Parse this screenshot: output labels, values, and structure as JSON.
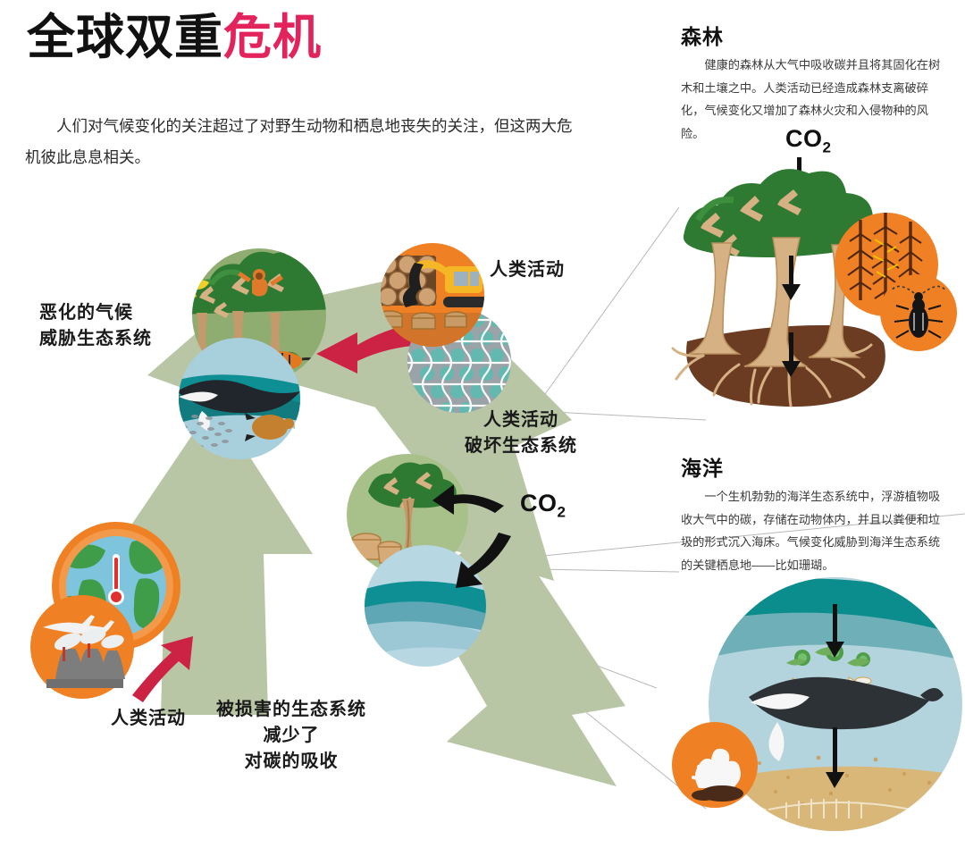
{
  "header": {
    "title_plain": "全球双重",
    "title_accent": "危机",
    "lede": "人们对气候变化的关注超过了对野生动物和栖息地丧失的关注，但这两大危机彼此息息相关。"
  },
  "panels": [
    {
      "id": "forest",
      "heading": "森林",
      "body": "健康的森林从大气中吸收碳并且将其固化在树木和土壤之中。人类活动已经造成森林支离破碎化，气候变化又增加了森林火灾和入侵物种的风险。",
      "co2_label": "CO",
      "co2_sub": "2",
      "insets": [
        "burning-trees-icon",
        "bark-beetle-icon"
      ]
    },
    {
      "id": "ocean",
      "heading": "海洋",
      "body": "一个生机勃勃的海洋生态系统中，浮游植物吸收大气中的碳，存储在动物体内，并且以粪便和垃圾的形式沉入海床。气候变化威胁到海洋生态系统的关键栖息地——比如珊瑚。",
      "co2_label": "CO",
      "co2_sub": "2",
      "insets": [
        "coral-bleaching-icon"
      ]
    }
  ],
  "cycle": {
    "labels": [
      {
        "id": "climate-threatens",
        "lines": [
          "恶化的气候",
          "威胁生态系统"
        ]
      },
      {
        "id": "human-activity-top",
        "lines": [
          "人类活动"
        ]
      },
      {
        "id": "human-activity-damages",
        "lines": [
          "人类活动",
          "破坏生态系统"
        ]
      },
      {
        "id": "human-activity-bottom",
        "lines": [
          "人类活动"
        ]
      },
      {
        "id": "damaged-ecosystem",
        "lines": [
          "被损害的生态系统",
          "减少了",
          "对碳的吸收"
        ]
      }
    ],
    "co2_center": {
      "label": "CO",
      "sub": "2"
    }
  },
  "colors": {
    "accent_crimson": "#e3245c",
    "arrow_green": "#b9c6a5",
    "orange": "#ef8023",
    "forest_green": "#2f7a32",
    "dark_teal": "#0b8d8d",
    "pale_blue": "#b3d4dc",
    "soil_brown": "#6b3c22",
    "bark_tan": "#d6b184",
    "sand": "#d8b778",
    "connector_gray": "#b0b0b0",
    "text_dark": "#1a1a1a"
  }
}
